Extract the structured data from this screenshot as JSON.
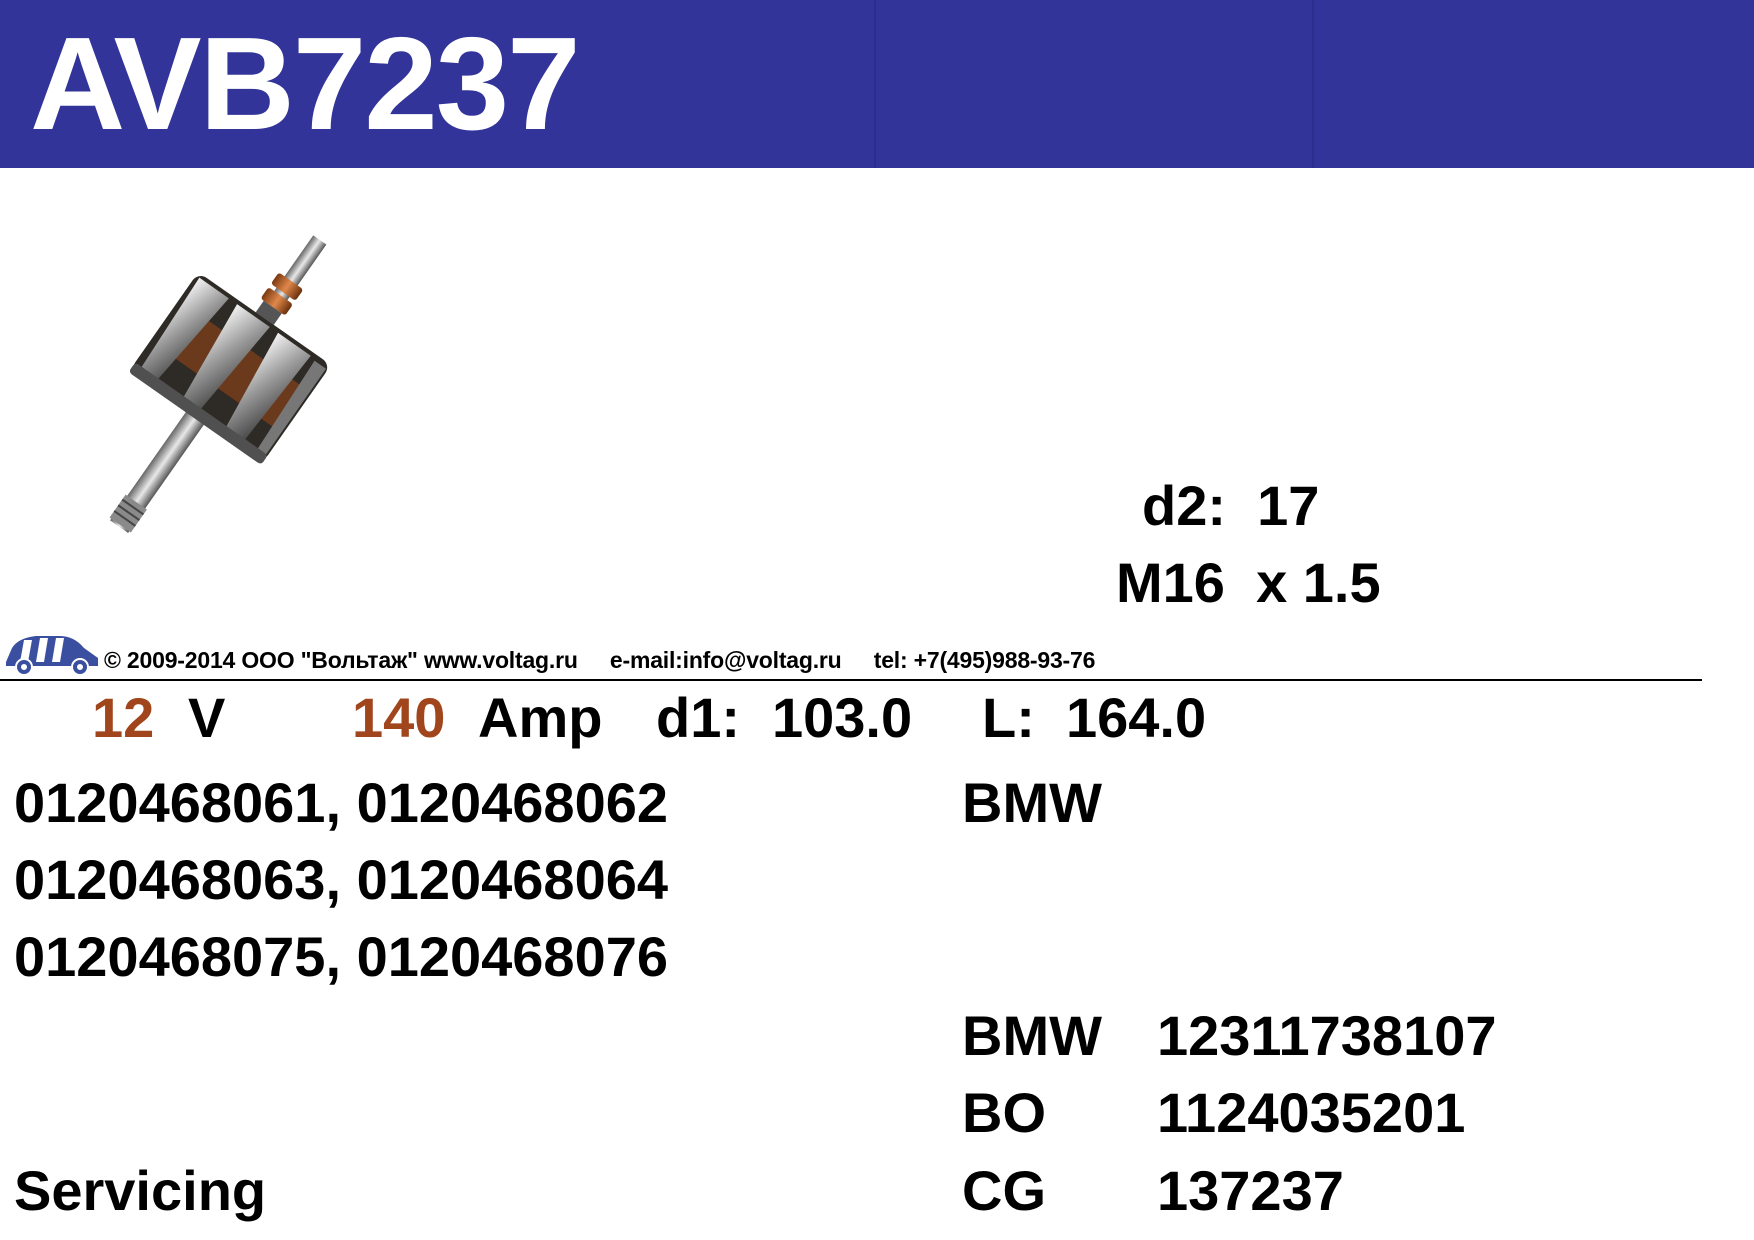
{
  "header": {
    "part_number": "AVB7237",
    "background_color": "#33349a"
  },
  "product_image": {
    "icon": "alternator-rotor-photo"
  },
  "dimensions": {
    "d2_label": "d2:",
    "d2_value": "17",
    "thread_size": "M16",
    "thread_pitch": "x 1.5"
  },
  "company": {
    "logo_icon": "car-logo-icon",
    "copyright": "© 2009-2014 ООО \"Вольтаж\" www.voltag.ru",
    "email": "e-mail:info@voltag.ru",
    "phone": "tel: +7(495)988-93-76"
  },
  "specs": {
    "voltage_value": "12",
    "voltage_unit": "V",
    "current_value": "140",
    "current_unit": "Amp",
    "d1_label": "d1:",
    "d1_value": "103.0",
    "length_label": "L:",
    "length_value": "164.0",
    "accent_color": "#a0451c"
  },
  "applications": {
    "part_numbers": [
      "0120468061, 0120468062",
      "0120468063, 0120468064",
      "0120468075, 0120468076"
    ],
    "make": "BMW",
    "status": "Servicing"
  },
  "cross_references": [
    {
      "brand": "BMW",
      "code": "12311738107"
    },
    {
      "brand": "BO",
      "code": "1124035201"
    },
    {
      "brand": "CG",
      "code": "137237"
    }
  ]
}
